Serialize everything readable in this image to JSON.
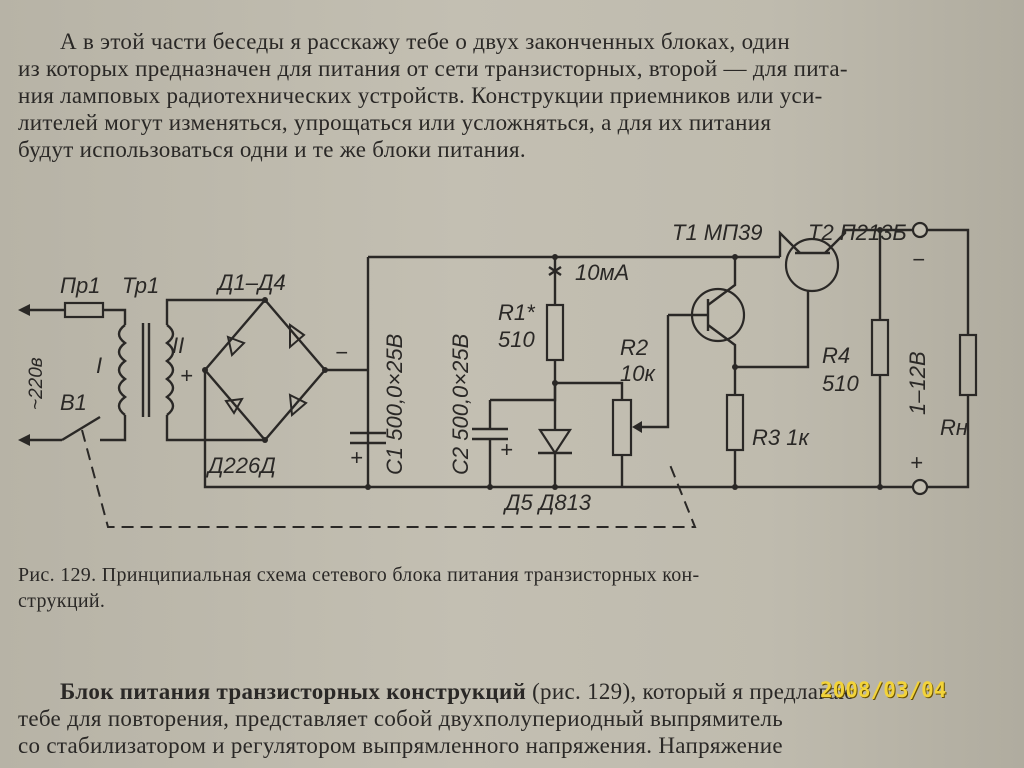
{
  "intro": {
    "lines": [
      "А в этой части беседы я расскажу тебе о двух законченных блоках, один",
      "из которых предназначен для питания от сети транзисторных, второй — для пита-",
      "ния ламповых радиотехнических устройств. Конструкции приемников или уси-",
      "лителей могут изменяться, упрощаться или усложняться, а для их питания",
      "будут использоваться одни и те же блоки питания."
    ]
  },
  "schematic": {
    "labels": {
      "fuse": "Пр1",
      "transformer": "Тр1",
      "winding_1": "I",
      "winding_2": "II",
      "diodes": "Д1–Д4",
      "diode_type": "Д226Д",
      "mains": "~220в",
      "switch": "В1",
      "plus_rect": "+",
      "minus_rect": "−",
      "c1": "С1 500,0×25В",
      "c2": "С2 500,0×25В",
      "c2_plus": "+",
      "c1_plus": "+",
      "r1": "R1*",
      "r1_val": "510",
      "current": "10мА",
      "r2": "R2",
      "r2_val": "10к",
      "zener": "Д5 Д813",
      "t1": "Т1 МП39",
      "t2": "Т2 П213Б",
      "r3": "R3 1к",
      "r4": "R4",
      "r4_val": "510",
      "out_voltage": "1–12В",
      "load": "Rн",
      "out_minus": "−",
      "out_plus": "+"
    }
  },
  "caption": {
    "lines": [
      "Рис. 129. Принципиальная схема сетевого блока питания транзисторных кон-",
      "струкций."
    ]
  },
  "body": {
    "heading": "Блок питания транзисторных конструкций",
    "line1_rest": " (рис. 129), который я предлагаю",
    "line2": "тебе для повторения, представляет собой двухполупериодный выпрямитель",
    "line3": "со стабилизатором и регулятором выпрямленного напряжения. Напряжение"
  },
  "camera": {
    "datestamp": "2008/03/04"
  }
}
